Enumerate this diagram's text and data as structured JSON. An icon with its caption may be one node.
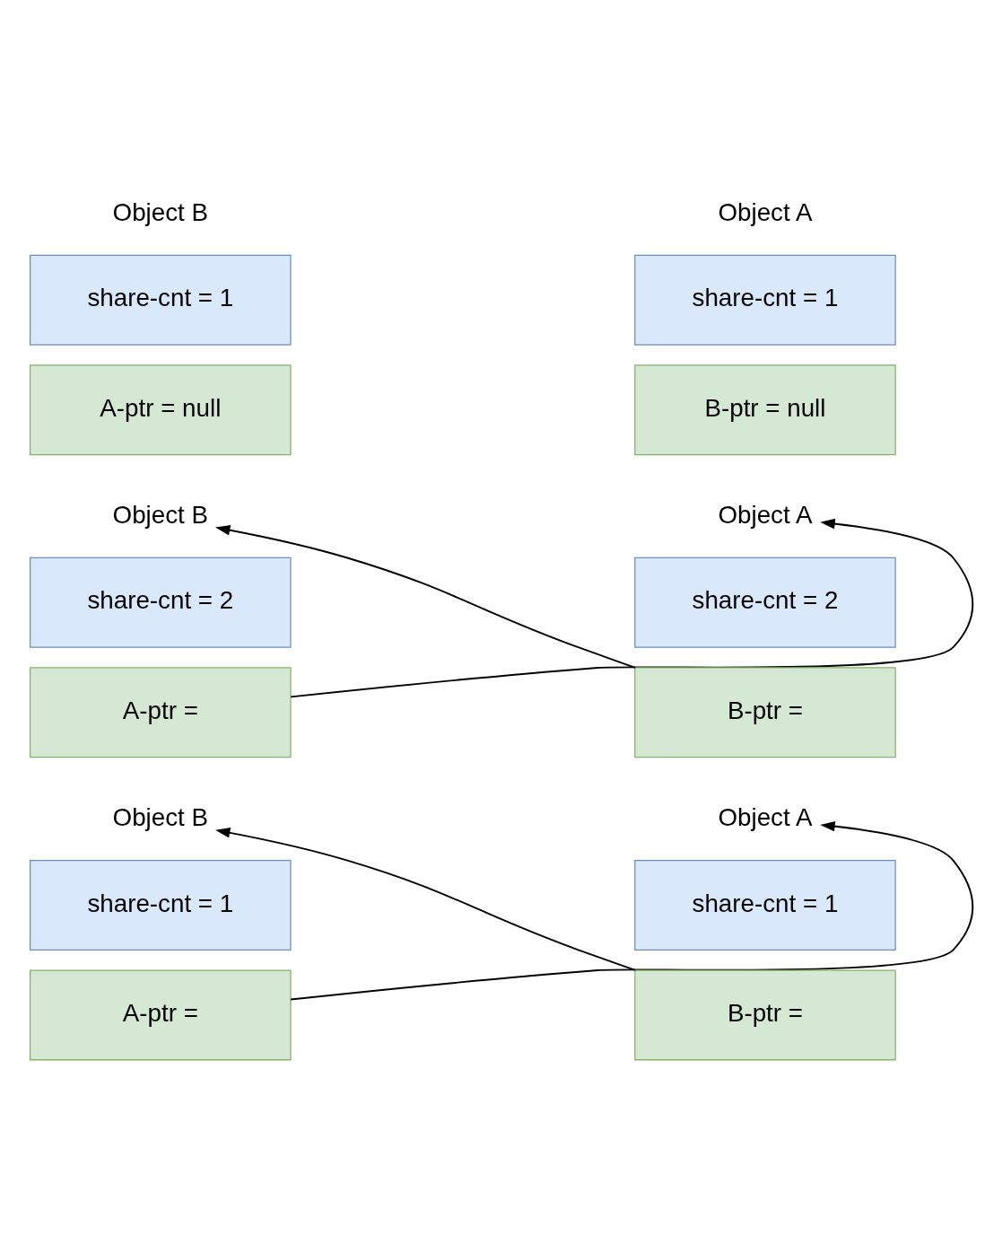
{
  "diagram": {
    "nodes": [
      {
        "text": [
          "Object B"
        ]
      },
      {
        "text": [
          "share-cnt = 1"
        ]
      },
      {
        "text": [
          "A-ptr = null"
        ]
      },
      {
        "text": [
          "Object A"
        ]
      },
      {
        "text": [
          "share-cnt = 1"
        ]
      },
      {
        "text": [
          "B-ptr = null"
        ]
      },
      {
        "text": [
          "Object B"
        ]
      },
      {
        "text": [
          "share-cnt = 2"
        ]
      },
      {
        "text": [
          "A-ptr ="
        ]
      },
      {
        "text": [
          "Object A"
        ]
      },
      {
        "text": [
          "share-cnt = 2"
        ]
      },
      {
        "text": [
          "B-ptr ="
        ]
      },
      {
        "text": [
          "Object B"
        ]
      },
      {
        "text": [
          "share-cnt = 1"
        ]
      },
      {
        "text": [
          "A-ptr ="
        ]
      },
      {
        "text": [
          "Object A"
        ]
      },
      {
        "text": [
          "share-cnt = 1"
        ]
      },
      {
        "text": [
          "B-ptr ="
        ]
      }
    ],
    "edges": [
      {
        "from": 8,
        "to": 9,
        "arrow": "to"
      },
      {
        "from": 11,
        "to": 6,
        "arrow": "to"
      },
      {
        "from": 14,
        "to": 15,
        "arrow": "to"
      },
      {
        "from": 17,
        "to": 12,
        "arrow": "to"
      }
    ]
  }
}
